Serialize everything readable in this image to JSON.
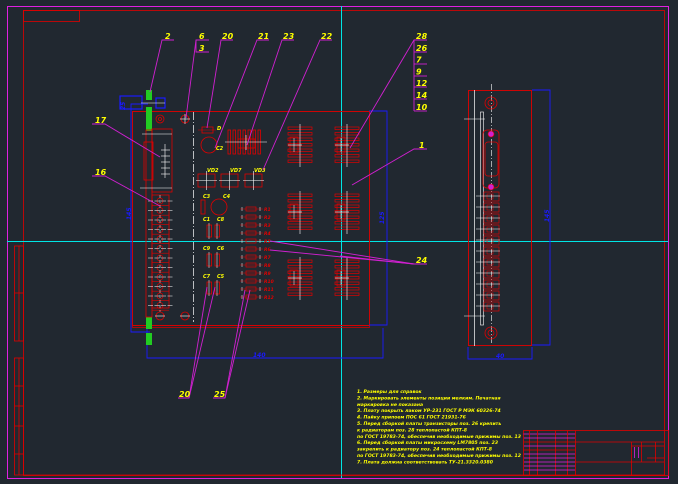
{
  "drawing": {
    "type": "CAD assembly drawing (PCB unit)",
    "colors": {
      "background": "#212830",
      "frame_outer": "#e020e0",
      "frame_inner": "#e00000",
      "crosshair": "#00e5e5",
      "component": "#e00000",
      "centerline": "#ffffff",
      "leader": "#d020d0",
      "dimension": "#1a1aff",
      "text": "#ffff00",
      "hatch": "#22cc22"
    },
    "leaders_top": [
      {
        "id": "2"
      },
      {
        "id": "6"
      },
      {
        "id": "3"
      },
      {
        "id": "20"
      },
      {
        "id": "21"
      },
      {
        "id": "23"
      },
      {
        "id": "22"
      }
    ],
    "leaders_right_stack": [
      "28",
      "26",
      "7",
      "9",
      "12",
      "14",
      "10"
    ],
    "leader_1": "1",
    "leader_17": "17",
    "leader_16": "16",
    "leader_24": "24",
    "leaders_bottom": [
      "20",
      "25"
    ],
    "component_labels": {
      "d1": "D",
      "c2": "C2",
      "vd": [
        "VD2",
        "VD7",
        "VD3"
      ],
      "c3": "C3",
      "c4": "C4",
      "c_pairs": [
        [
          "C1",
          "C8"
        ],
        [
          "C9",
          "C6"
        ],
        [
          "C7",
          "C5"
        ]
      ],
      "resistors": [
        "R1",
        "R2",
        "R3",
        "R4",
        "R5",
        "R6",
        "R7",
        "R8",
        "R9",
        "R10",
        "R11",
        "R12"
      ]
    },
    "dimensions": {
      "front_width": "140",
      "front_height": "125",
      "side_height": "145",
      "side_width": "40",
      "top_left": "25",
      "left_height": "145"
    },
    "notes": [
      "1. Размеры для справок",
      "2. Маркировать элементы позиции мелким. Печатная",
      "   маркировка не показана",
      "3. Плату покрыть лаком УР-231 ГОСТ Р МЭК 60326-74",
      "4. Пайку припоем ПОС 61 ГОСТ 21931-76",
      "5. Перед сборкой платы транзисторы поз. 26 крепить",
      "   к радиаторам поз. 28 теплопастой КПТ-8",
      "   по ГОСТ 19783-74, обеспечив необходимые прижимы поз. 13",
      "6. Перед сборкой платы микросхему LM7805 поз. 23",
      "   закрепить к радиатору поз. 24 теплопастой КПТ-8",
      "   по ГОСТ 19783-74, обеспечив необходимые прижимы поз. 12",
      "7. Плата должна соответствовать ТУ-21.3320.0380"
    ]
  }
}
